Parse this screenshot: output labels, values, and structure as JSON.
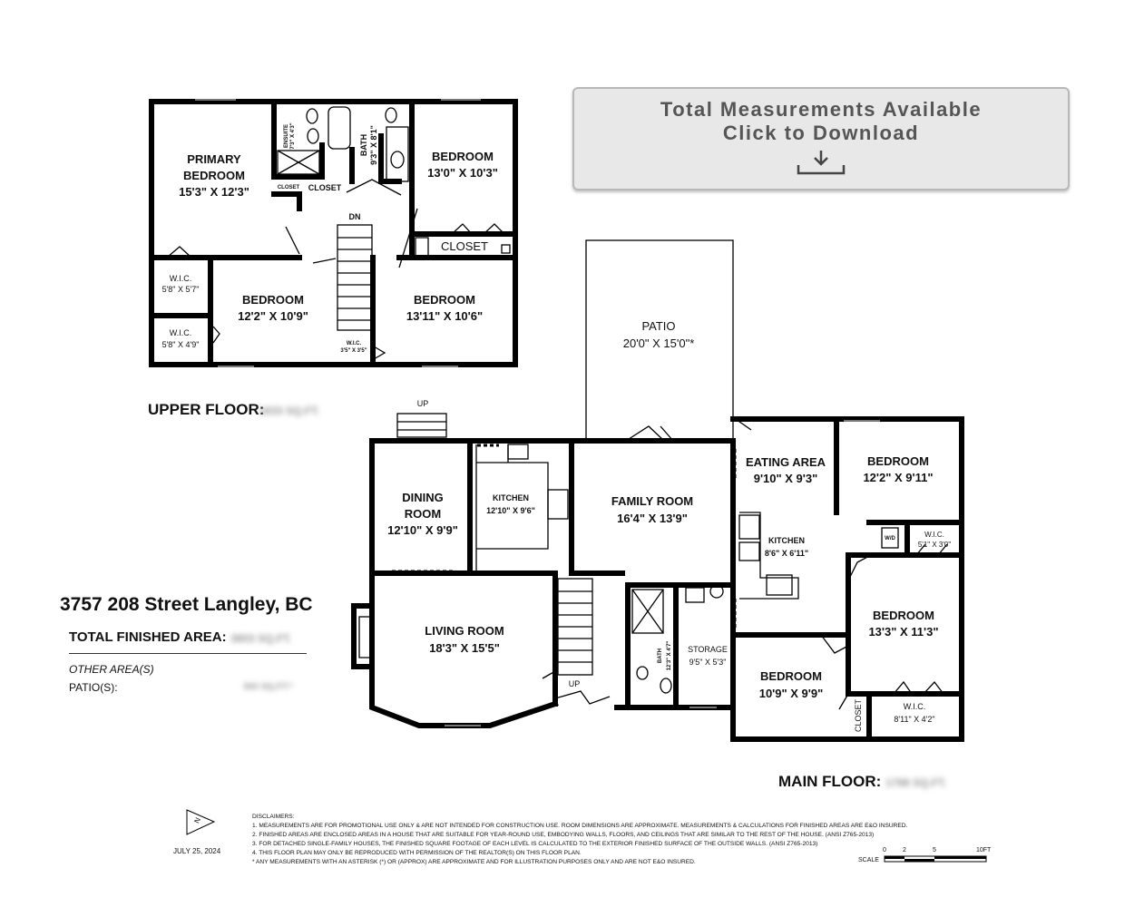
{
  "download_box": {
    "line1": "Total Measurements Available",
    "line2": "Click to Download",
    "icon": "download-icon"
  },
  "upper_floor": {
    "label": "UPPER FLOOR:",
    "area_blurred": "1833 SQ.FT.",
    "rooms": {
      "primary_bedroom": {
        "name1": "PRIMARY",
        "name2": "BEDROOM",
        "dims": "15'3\" X 12'3\""
      },
      "ensuite": {
        "name": "ENSUITE",
        "dims": "7'3\" X 4'3\""
      },
      "bath": {
        "name": "BATH",
        "dims": "9'3\" X 8'1\""
      },
      "bedroom_ne": {
        "name": "BEDROOM",
        "dims": "13'0\" X 10'3\""
      },
      "closet_a": "CLOSET",
      "closet_b": "CLOSET",
      "closet_small": "CLOSET",
      "stairs_dn": "DN",
      "wic_1": {
        "name": "W.I.C.",
        "dims": "5'8\" X 5'7\""
      },
      "wic_2": {
        "name": "W.I.C.",
        "dims": "5'8\" X 4'9\""
      },
      "bedroom_mid": {
        "name": "BEDROOM",
        "dims": "12'2\" X 10'9\""
      },
      "bedroom_se": {
        "name": "BEDROOM",
        "dims": "13'11\" X 10'6\""
      },
      "wic_3": {
        "name": "W.I.C.",
        "dims": "3'5\" X 3'5\""
      }
    }
  },
  "main_floor": {
    "label": "MAIN FLOOR:",
    "area_blurred": "1788 SQ.FT.",
    "rooms": {
      "patio": {
        "name": "PATIO",
        "dims": "20'0\" X 15'0\"*"
      },
      "up_top": "UP",
      "dining": {
        "name1": "DINING",
        "name2": "ROOM",
        "dims": "12'10\" X 9'9\""
      },
      "kitchen_a": {
        "name": "KITCHEN",
        "dims": "12'10\" X 9'6\""
      },
      "family": {
        "name": "FAMILY ROOM",
        "dims": "16'4\" X 13'9\""
      },
      "eating": {
        "name": "EATING AREA",
        "dims": "9'10\" X 9'3\""
      },
      "kitchen_b": {
        "name": "KITCHEN",
        "dims": "8'6\" X 6'11\""
      },
      "bedroom_1": {
        "name": "BEDROOM",
        "dims": "12'2\" X 9'11\""
      },
      "wd": "W/D",
      "wic_1": {
        "name": "W.I.C.",
        "dims": "5'1\" X 3'0\""
      },
      "bedroom_2": {
        "name": "BEDROOM",
        "dims": "13'3\" X 11'3\""
      },
      "living": {
        "name": "LIVING ROOM",
        "dims": "18'3\" X 15'5\""
      },
      "up_stairs": "UP",
      "bath": {
        "name": "BATH",
        "dims": "12'3\" X 4'7\""
      },
      "storage": {
        "name": "STORAGE",
        "dims": "9'5\" X 5'3\""
      },
      "bedroom_3": {
        "name": "BEDROOM",
        "dims": "10'9\" X 9'9\""
      },
      "closet": "CLOSET",
      "wic_2": {
        "name": "W.I.C.",
        "dims": "8'11\" X 4'2\""
      }
    }
  },
  "summary": {
    "address": "3757 208 Street Langley, BC",
    "total_label": "TOTAL FINISHED AREA:",
    "total_blurred": "3803 SQ.FT.",
    "other_area": "OTHER AREA(S)",
    "patio_label": "PATIO(S):",
    "patio_blurred": "300 SQ.FT.*"
  },
  "footer": {
    "compass": "N",
    "date": "JULY 25, 2024",
    "disclaimers": [
      "DISCLAIMERS:",
      "1. MEASUREMENTS ARE FOR PROMOTIONAL USE ONLY & ARE NOT INTENDED FOR CONSTRUCTION USE. ROOM DIMENSIONS ARE APPROXIMATE. MEASUREMENTS & CALCULATIONS FOR FINISHED AREAS ARE E&O INSURED.",
      "2. FINISHED AREAS ARE ENCLOSED AREAS IN A HOUSE THAT ARE SUITABLE FOR YEAR-ROUND USE, EMBODYING WALLS, FLOORS, AND CEILINGS THAT ARE SIMILAR TO THE REST OF THE HOUSE. (ANSI Z765-2013)",
      "3. FOR DETACHED SINGLE-FAMILY HOUSES, THE FINISHED SQUARE FOOTAGE OF EACH LEVEL IS CALCULATED TO THE EXTERIOR FINISHED SURFACE OF THE OUTSIDE WALLS. (ANSI Z765-2013)",
      "4. THIS FLOOR PLAN MAY ONLY BE REPRODUCED WITH PERMISSION OF THE REALTOR(S) ON THIS FLOOR PLAN.",
      "* ANY MEASUREMENTS WITH AN ASTERISK (*) OR (APPROX) ARE APPROXIMATE AND FOR ILLUSTRATION PURPOSES ONLY AND ARE NOT E&O INSURED."
    ],
    "scale": {
      "label": "SCALE",
      "ticks": [
        "0",
        "2",
        "5",
        "10FT"
      ]
    }
  }
}
